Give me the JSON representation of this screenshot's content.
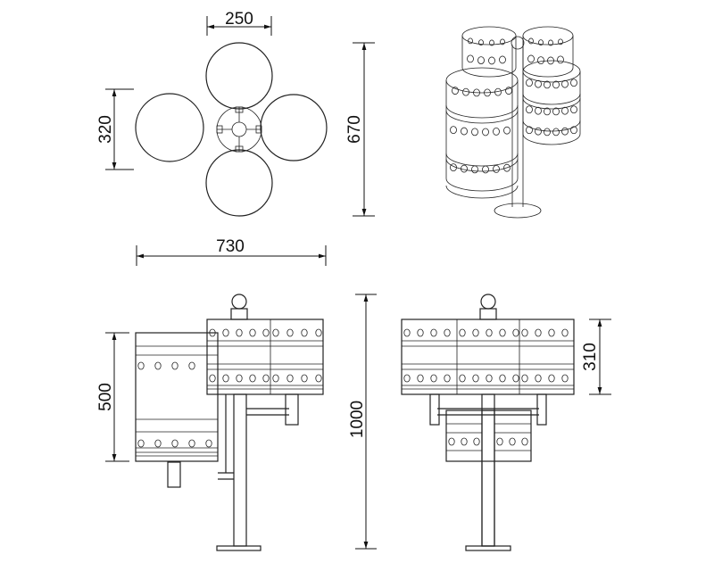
{
  "drawing": {
    "top_view": {
      "width_single": "250",
      "depth": "320",
      "total_depth": "670",
      "total_width": "730"
    },
    "front_view": {
      "bin_height": "500",
      "total_height": "1000"
    },
    "side_view": {
      "bin_height": "310"
    }
  }
}
